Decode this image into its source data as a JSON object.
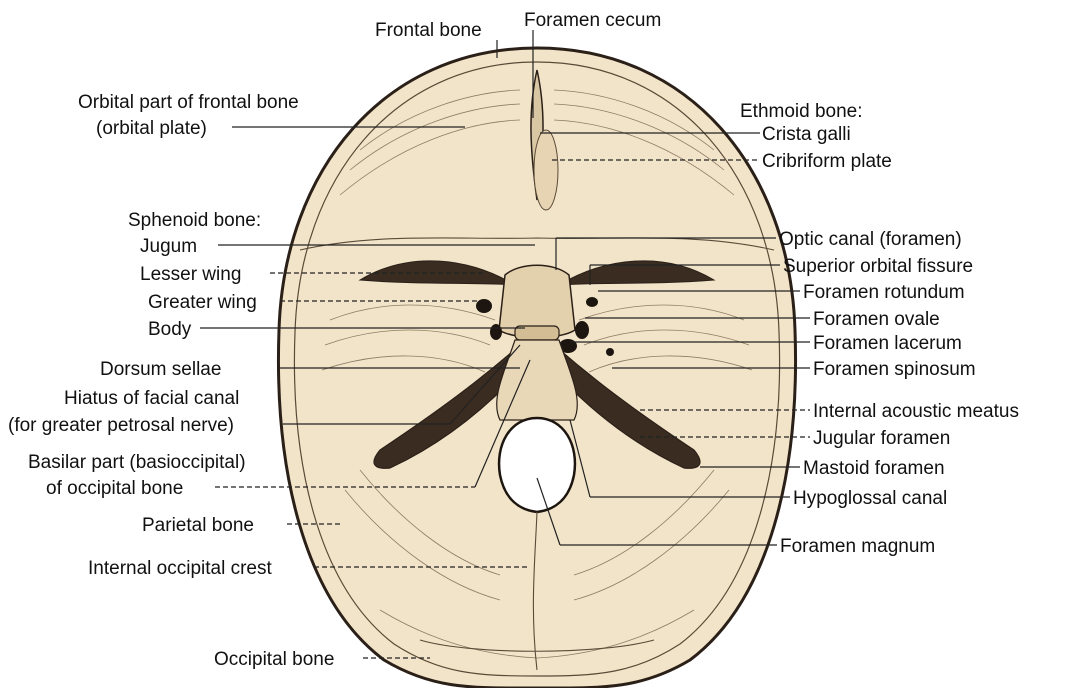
{
  "colors": {
    "bone": "#f2e4c8",
    "bone_shadow": "#d9c7a3",
    "outline": "#2b2018",
    "text": "#111111"
  },
  "labels": {
    "frontal_bone": "Frontal bone",
    "foramen_cecum": "Foramen cecum",
    "orbital_part_line1": "Orbital part of frontal bone",
    "orbital_part_line2": "(orbital plate)",
    "ethmoid_bone": "Ethmoid bone:",
    "crista_galli": "Crista galli",
    "cribriform_plate": "Cribriform plate",
    "sphenoid_bone": "Sphenoid bone:",
    "jugum": "Jugum",
    "lesser_wing": "Lesser wing",
    "greater_wing": "Greater wing",
    "body": "Body",
    "dorsum_sellae": "Dorsum sellae",
    "hiatus_line1": "Hiatus of facial canal",
    "hiatus_line2": "(for greater petrosal nerve)",
    "basilar_line1": "Basilar part (basioccipital)",
    "basilar_line2": "of occipital bone",
    "parietal_bone": "Parietal bone",
    "internal_occipital_crest": "Internal occipital crest",
    "occipital_bone": "Occipital bone",
    "optic_canal": "Optic canal (foramen)",
    "superior_orbital_fissure": "Superior orbital fissure",
    "foramen_rotundum": "Foramen rotundum",
    "foramen_ovale": "Foramen ovale",
    "foramen_lacerum": "Foramen lacerum",
    "foramen_spinosum": "Foramen spinosum",
    "internal_acoustic_meatus": "Internal acoustic meatus",
    "jugular_foramen": "Jugular foramen",
    "mastoid_foramen": "Mastoid foramen",
    "hypoglossal_canal": "Hypoglossal canal",
    "foramen_magnum": "Foramen magnum"
  }
}
